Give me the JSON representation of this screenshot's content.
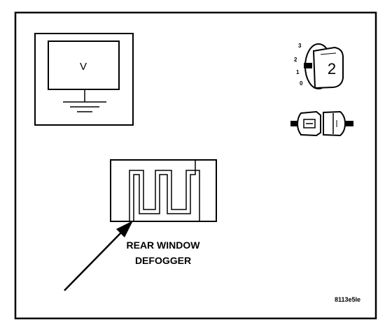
{
  "voltmeter": {
    "symbol": "V",
    "icon": "voltmeter-icon"
  },
  "ignition_switch": {
    "icon": "ignition-key-icon",
    "positions": [
      "3",
      "2",
      "1",
      "0"
    ],
    "key_label": "2"
  },
  "connector": {
    "icon": "connector-icon"
  },
  "defogger": {
    "icon": "rear-window-defogger-icon",
    "label_line1": "REAR WINDOW",
    "label_line2": "DEFOGGER"
  },
  "figure_id": "8113e5le"
}
